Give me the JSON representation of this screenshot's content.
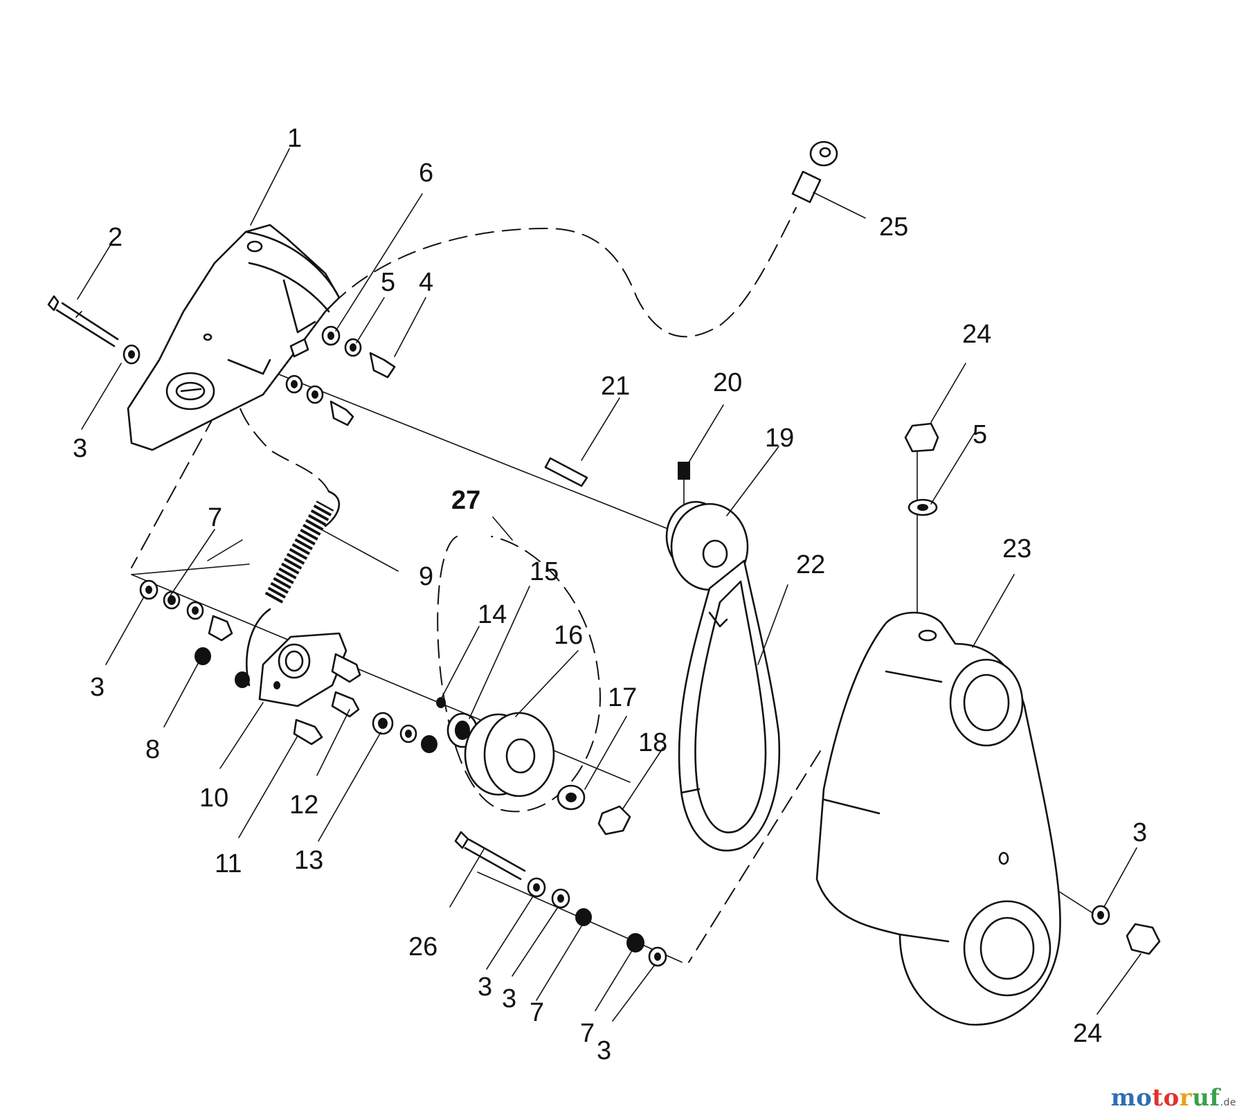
{
  "labels": {
    "l1": "1",
    "l2": "2",
    "l3a": "3",
    "l6": "6",
    "l5a": "5",
    "l4": "4",
    "l25": "25",
    "l24a": "24",
    "l21": "21",
    "l20": "20",
    "l19": "19",
    "l5b": "5",
    "l27": "27",
    "l7a": "7",
    "l9": "9",
    "l15": "15",
    "l14": "14",
    "l16": "16",
    "l22": "22",
    "l23": "23",
    "l3b": "3",
    "l17": "17",
    "l18": "18",
    "l8": "8",
    "l10": "10",
    "l12": "12",
    "l11": "11",
    "l13": "13",
    "l3c": "3",
    "l26": "26",
    "l3d": "3",
    "l3e": "3",
    "l7b": "7",
    "l7c": "7",
    "l3f": "3",
    "l24b": "24"
  },
  "watermark": {
    "part1": "mo",
    "part2": "to",
    "part3": "r",
    "part4": "uf",
    "tld": ".de"
  }
}
